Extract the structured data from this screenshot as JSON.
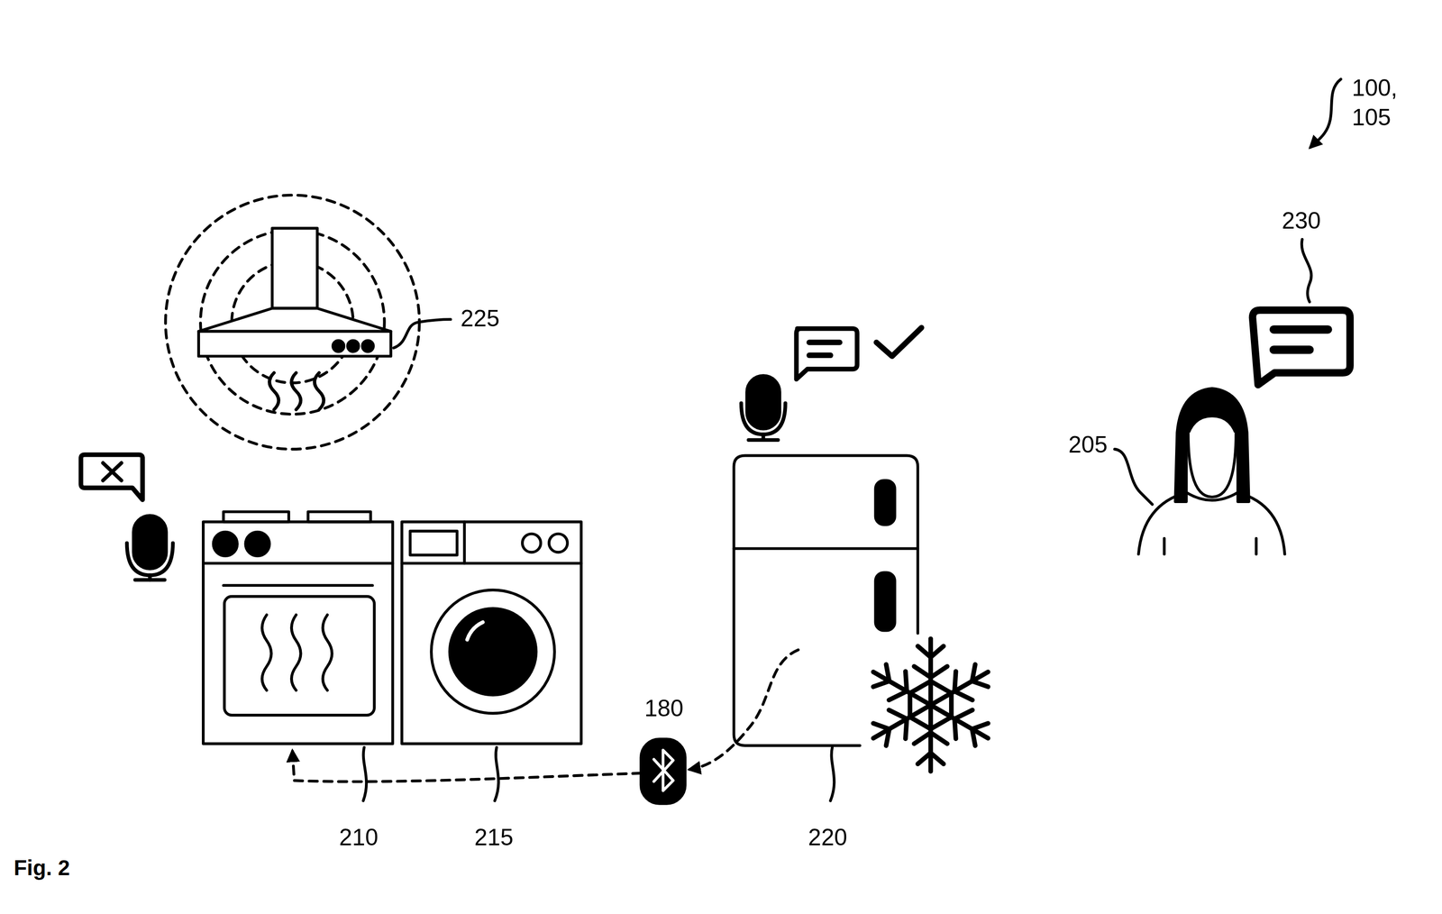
{
  "diagram": {
    "caption": "Fig. 2",
    "labels": [
      "100, 105",
      "230",
      "225",
      "205",
      "180",
      "210",
      "215",
      "220"
    ]
  }
}
